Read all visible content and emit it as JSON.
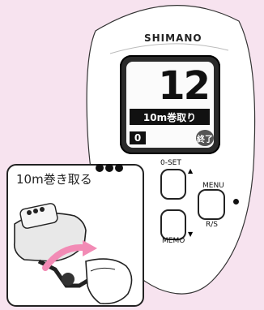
{
  "brand": "SHIMANO",
  "lcd": {
    "number": "12",
    "label": "10m巻取り",
    "zero": "0",
    "end": "終了"
  },
  "buttons": {
    "zero_set": "0-SET",
    "memo": "MEMO",
    "menu": "MENU",
    "rs": "R/S"
  },
  "inset": {
    "caption": "10m巻き取る"
  },
  "colors": {
    "background": "#f7e3ef",
    "accent_arrow": "#f28bb5"
  }
}
